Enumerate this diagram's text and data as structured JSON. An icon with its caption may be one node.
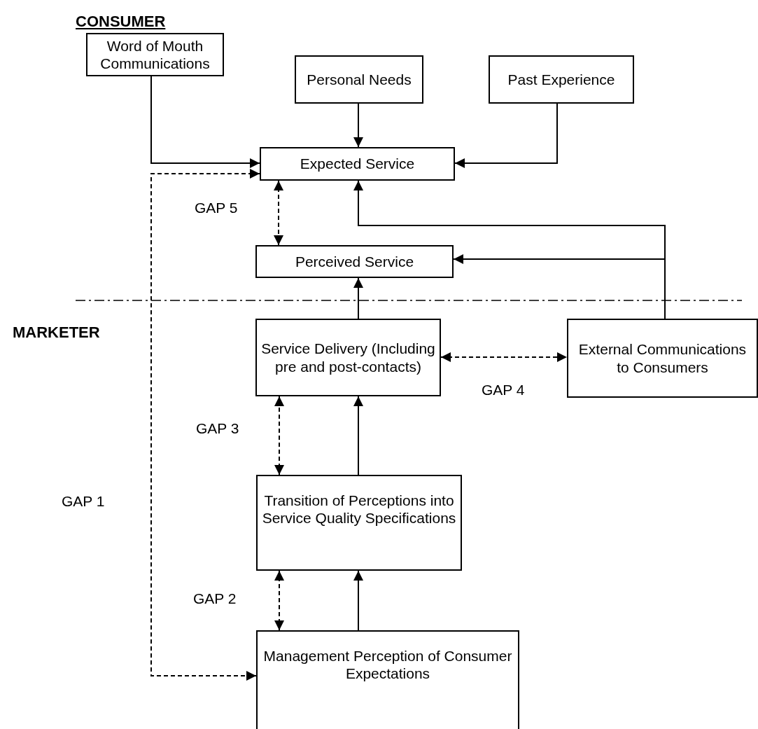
{
  "diagram": {
    "nodes": [
      {
        "text": [
          "Word of Mouth Communications"
        ]
      },
      {
        "text": [
          "Personal Needs"
        ]
      },
      {
        "text": [
          "Past Experience"
        ]
      },
      {
        "text": [
          "Expected Service"
        ]
      },
      {
        "text": [
          "Perceived Service"
        ]
      },
      {
        "text": [
          "Service Delivery (Including pre and post-contacts)"
        ]
      },
      {
        "text": [
          "External Communications to Consumers"
        ]
      },
      {
        "text": [
          "Transition of Perceptions into Service Quality Specifications"
        ]
      },
      {
        "text": [
          "Management Perception of Consumer Expectations"
        ]
      }
    ],
    "edges": [
      {
        "from": 0,
        "to": 3,
        "arrow": "to"
      },
      {
        "from": 1,
        "to": 3,
        "arrow": "to"
      },
      {
        "from": 2,
        "to": 3,
        "arrow": "to"
      },
      {
        "from": 6,
        "to": 3,
        "arrow": "to"
      },
      {
        "from": 6,
        "to": 4,
        "arrow": "to"
      },
      {
        "from": 3,
        "to": 4,
        "arrow": "both",
        "style": "dashed",
        "label": "GAP 5"
      },
      {
        "from": 5,
        "to": 4,
        "arrow": "to"
      },
      {
        "from": 5,
        "to": 6,
        "arrow": "both",
        "style": "dashed",
        "label": "GAP 4"
      },
      {
        "from": 7,
        "to": 5,
        "arrow": "to"
      },
      {
        "from": 7,
        "to": 5,
        "arrow": "both",
        "style": "dashed",
        "label": "GAP 3"
      },
      {
        "from": 8,
        "to": 7,
        "arrow": "to"
      },
      {
        "from": 8,
        "to": 7,
        "arrow": "both",
        "style": "dashed",
        "label": "GAP 2"
      },
      {
        "from": 3,
        "to": 8,
        "arrow": "both",
        "style": "dashed",
        "label": "GAP 1"
      }
    ],
    "labels": [
      "CONSUMER",
      "MARKETER"
    ]
  }
}
